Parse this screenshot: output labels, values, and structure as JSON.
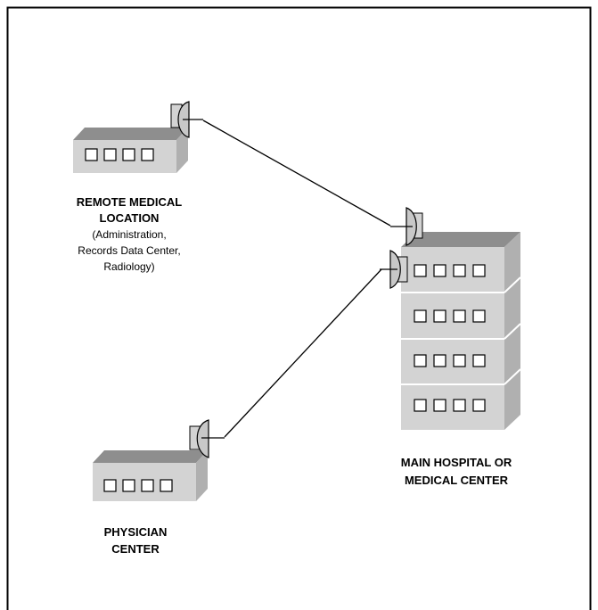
{
  "nodes": {
    "remote": {
      "title_line1": "REMOTE MEDICAL",
      "title_line2": "LOCATION",
      "detail_line1": "(Administration,",
      "detail_line2": "Records Data Center,",
      "detail_line3": "Radiology)"
    },
    "physician": {
      "title_line1": "PHYSICIAN",
      "title_line2": "CENTER"
    },
    "hospital": {
      "title_line1": "MAIN HOSPITAL OR",
      "title_line2": "MEDICAL CENTER"
    }
  },
  "links": [
    {
      "from": "remote",
      "to": "hospital"
    },
    {
      "from": "physician",
      "to": "hospital"
    }
  ],
  "colors": {
    "building_top": "#8e8e8e",
    "building_front": "#d3d3d3",
    "building_side": "#b0b0b0",
    "dish": "#c8c8c8",
    "line": "#000000"
  }
}
